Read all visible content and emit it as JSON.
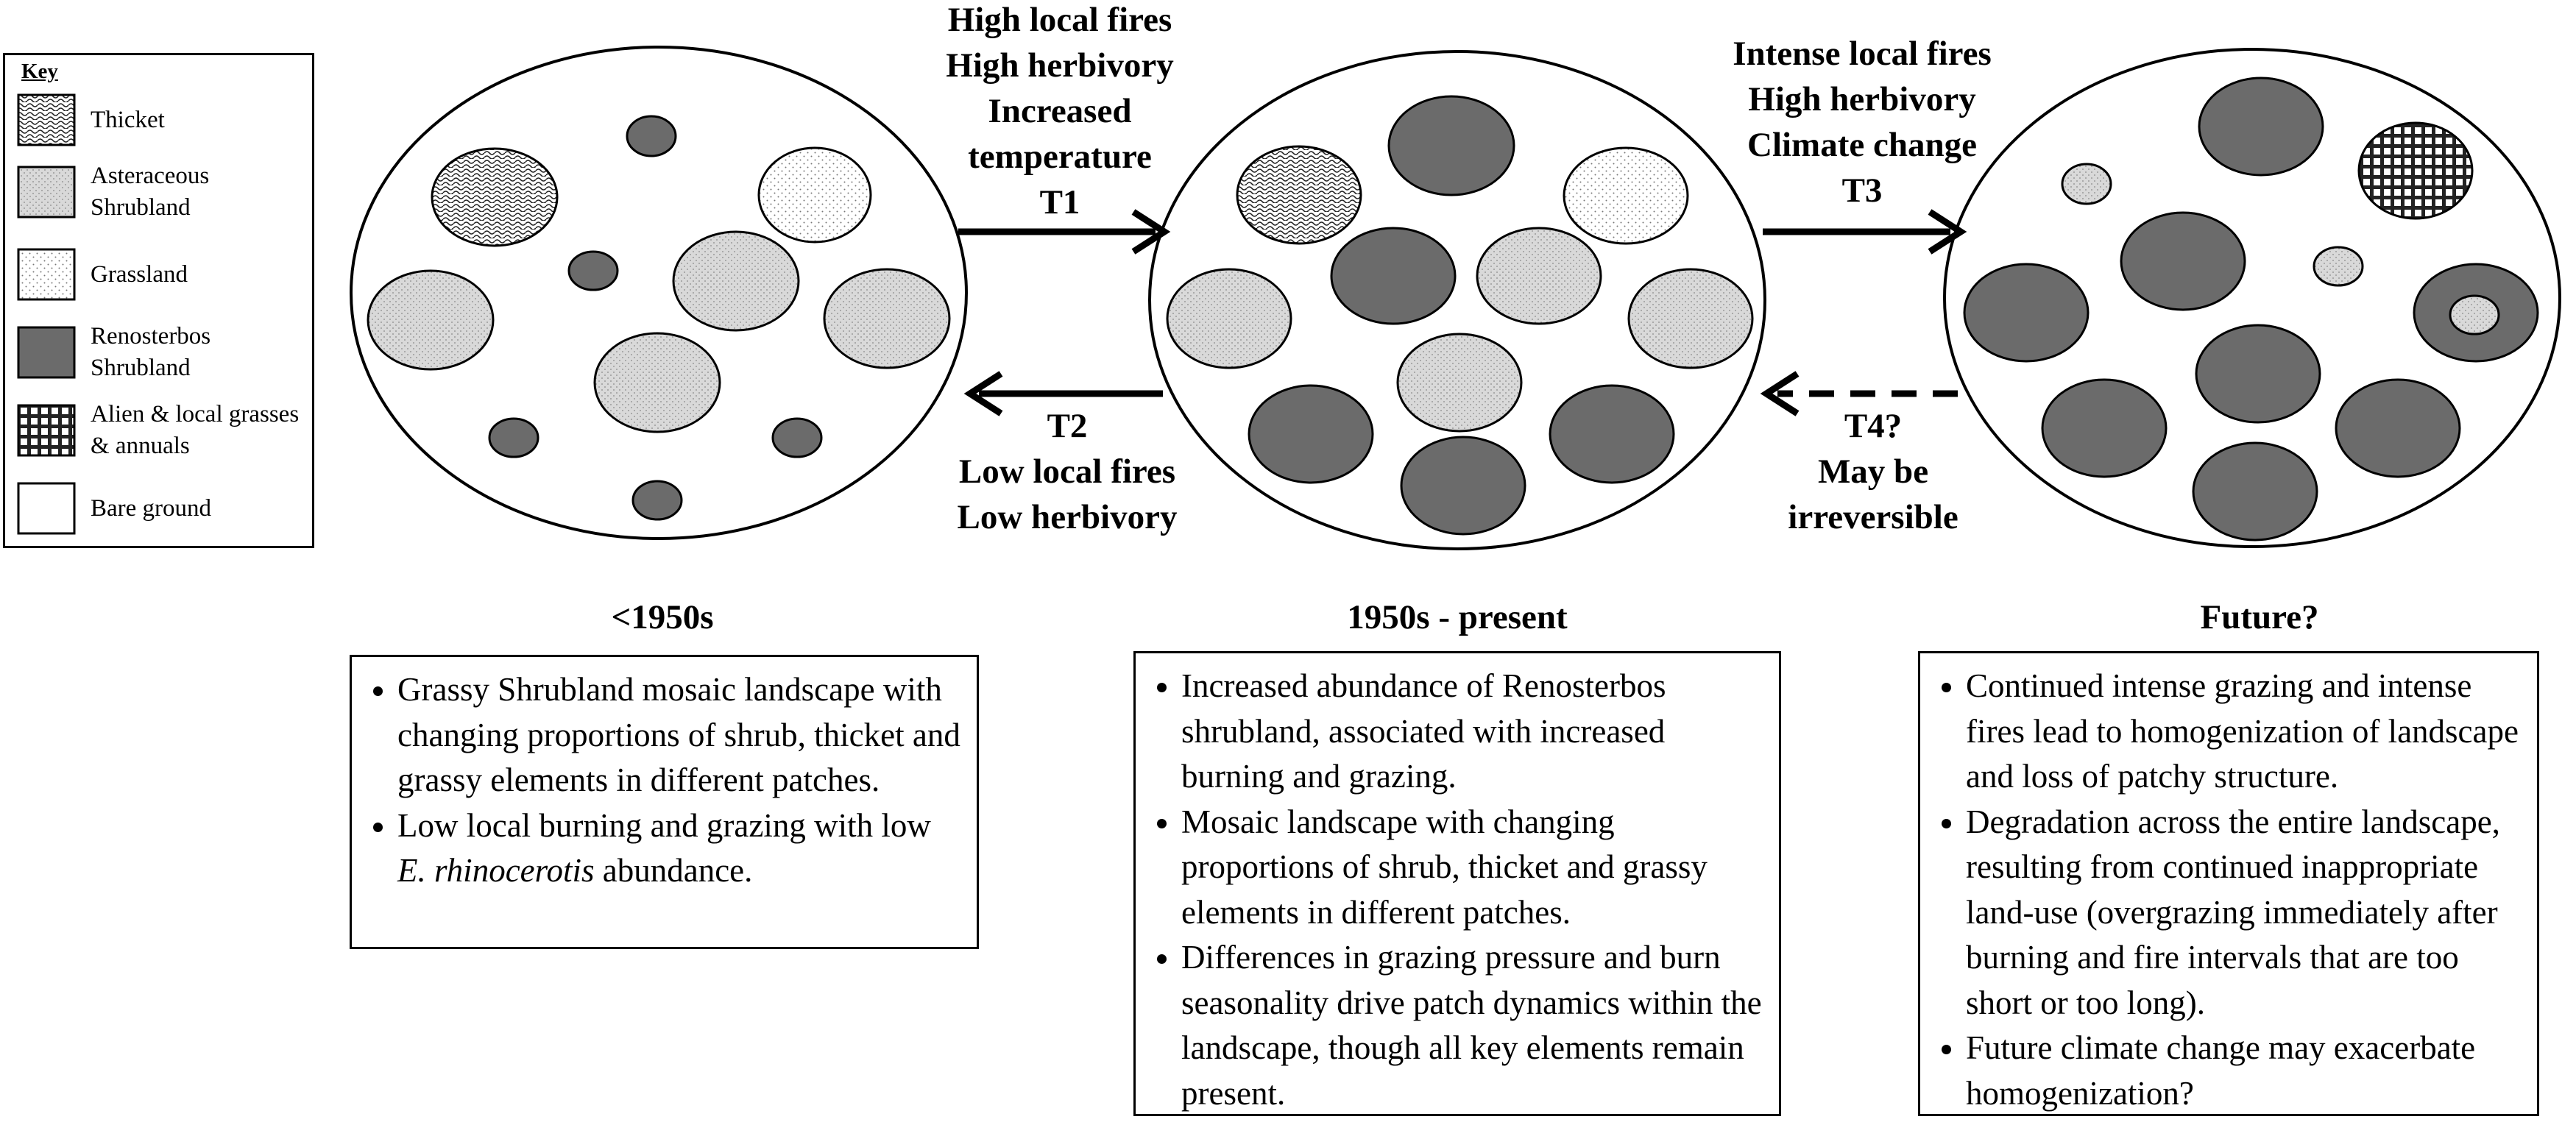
{
  "key": {
    "title": "Key",
    "items": [
      {
        "pattern": "thicket",
        "label": "Thicket"
      },
      {
        "pattern": "asteraceous",
        "label": "Asteraceous Shrubland"
      },
      {
        "pattern": "grassland",
        "label": "Grassland"
      },
      {
        "pattern": "renosterbos",
        "label": "Renosterbos Shrubland"
      },
      {
        "pattern": "alien",
        "label": "Alien & local grasses & annuals"
      },
      {
        "pattern": "bare",
        "label": "Bare ground"
      }
    ]
  },
  "transitions": {
    "t1": {
      "lines": [
        "High local fires",
        "High herbivory",
        "Increased",
        "temperature"
      ],
      "id": "T1"
    },
    "t2": {
      "id": "T2",
      "lines": [
        "Low local fires",
        "Low herbivory"
      ]
    },
    "t3": {
      "lines": [
        "Intense local fires",
        "High herbivory",
        "Climate change"
      ],
      "id": "T3"
    },
    "t4": {
      "id": "T4?",
      "lines": [
        "May be",
        "irreversible"
      ]
    }
  },
  "periods": {
    "past": {
      "label": "<1950s",
      "bullets": [
        "Grassy Shrubland mosaic landscape with changing proportions of shrub, thicket and grassy elements in different patches.",
        {
          "before": "Low local burning and grazing with low ",
          "italic": "E. rhinocerotis",
          "after": " abundance."
        }
      ]
    },
    "present": {
      "label": "1950s - present",
      "bullets": [
        "Increased abundance of Renosterbos shrubland, associated with increased burning and grazing.",
        "Mosaic landscape with changing proportions of shrub, thicket and grassy elements in different patches.",
        "Differences in grazing pressure and burn seasonality drive patch dynamics within the landscape, though all key elements remain present."
      ]
    },
    "future": {
      "label": "Future?",
      "bullets": [
        "Continued intense grazing and intense fires lead to homogenization of landscape and loss of patchy structure.",
        "Degradation across the entire landscape, resulting from continued inappropriate land-use (overgrazing immediately after burning and fire intervals that are too short or too long).",
        "Future climate change may exacerbate homogenization?"
      ]
    }
  },
  "colors": {
    "renosterbos": "#6b6b6b",
    "asteraceous": "#d9d9d9",
    "grassland": "#f7f7f7",
    "outline": "#000000"
  }
}
